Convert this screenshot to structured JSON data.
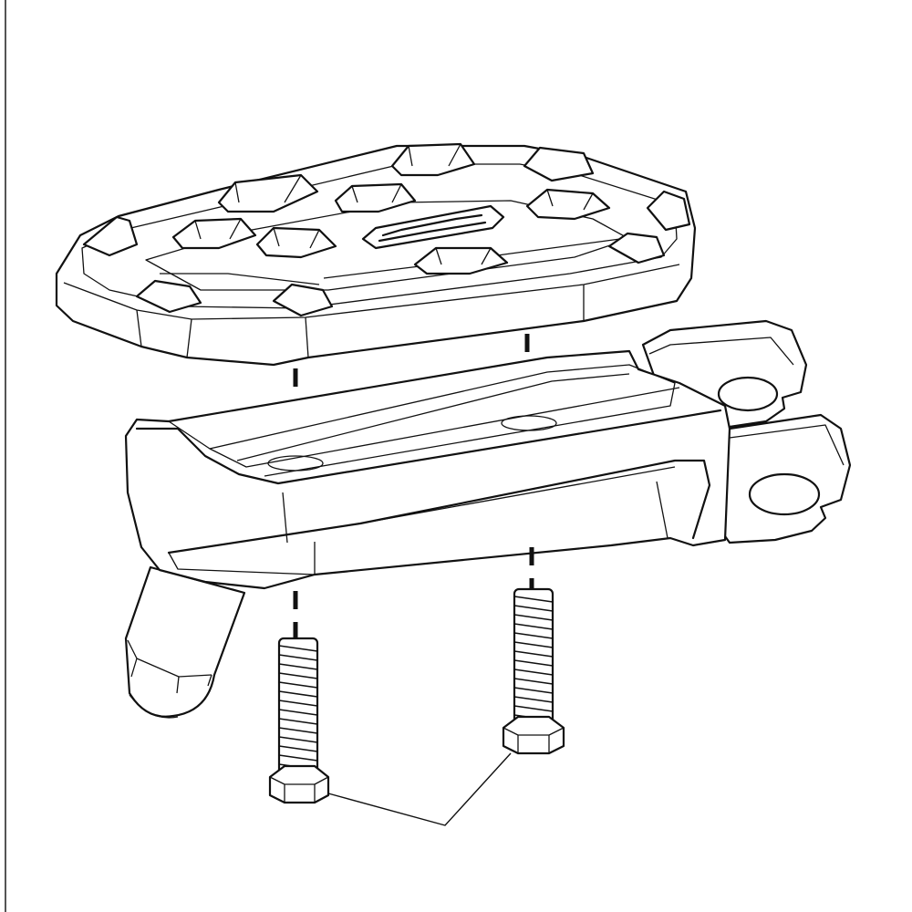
{
  "diagram": {
    "kind": "exploded-assembly",
    "parts": [
      "footpeg-cover-pad",
      "footpeg-body",
      "mounting-bolt",
      "mounting-bolt"
    ],
    "logo_text": "",
    "colors": {
      "line": "#111111",
      "background": "#ffffff"
    }
  }
}
